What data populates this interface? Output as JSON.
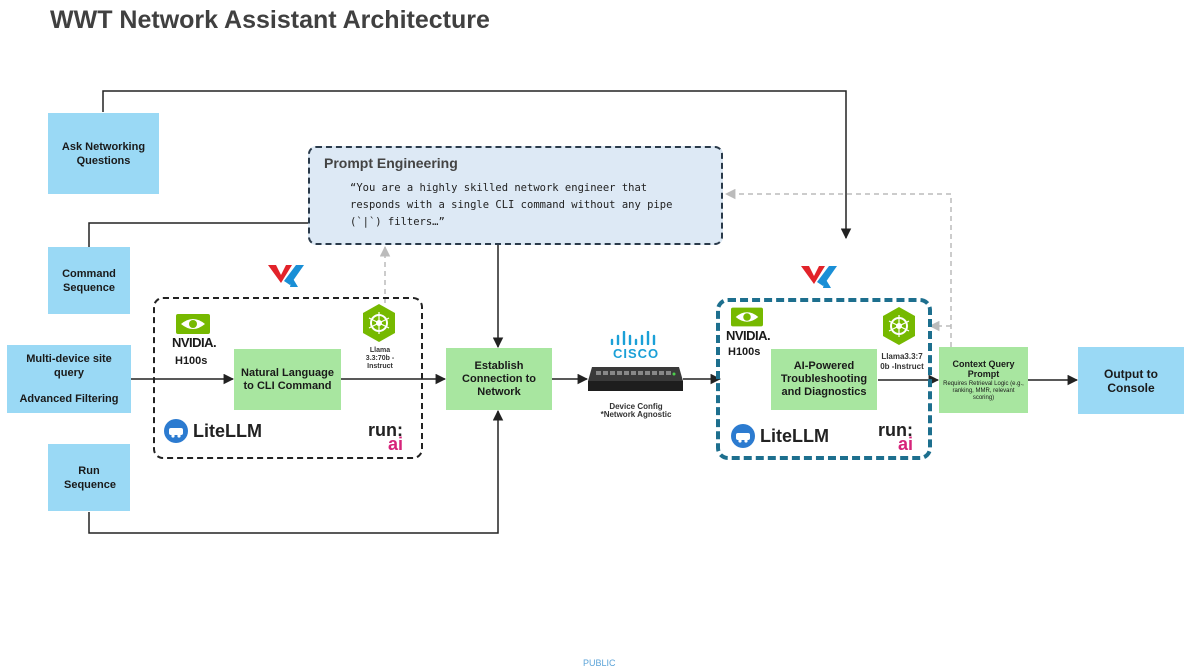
{
  "title": "WWT Network Assistant Architecture",
  "inputs": {
    "ask": "Ask Networking Questions",
    "command": "Command Sequence",
    "multi_line1": "Multi-device site query",
    "multi_line2": "Advanced Filtering",
    "run": "Run Sequence"
  },
  "prompt": {
    "title": "Prompt Engineering",
    "text": "“You are a highly skilled network engineer that responds with a single CLI command without any pipe (`|`) filters…”"
  },
  "left_cluster": {
    "brand": "NVIDIA.",
    "gpu": "H100s",
    "process": "Natural Language to CLI Command",
    "model": "Llama 3.3:70b - Instruct",
    "litellm": "LiteLLM",
    "run_top": "run:",
    "run_bottom": "ai"
  },
  "establish": "Establish Connection to Network",
  "cisco": {
    "logo": "CISCO",
    "caption1": "Device Config",
    "caption2": "*Network Agnostic"
  },
  "right_cluster": {
    "brand": "NVIDIA.",
    "gpu": "H100s",
    "process": "AI-Powered Troubleshooting and Diagnostics",
    "model_line1": "Llama3.3:7",
    "model_line2": "0b -Instruct",
    "litellm": "LiteLLM",
    "run_top": "run:",
    "run_bottom": "ai"
  },
  "context": {
    "title": "Context Query Prompt",
    "sub": "Requires Retrieval Logic (e.g., ranking, MMR, relevant scoring)"
  },
  "output": "Output to Console",
  "footer": "PUBLIC",
  "colors": {
    "input_blue": "#9ad9f5",
    "process_green": "#a8e6a0",
    "nvidia_green": "#76b900",
    "wwt_red": "#e2232a",
    "wwt_blue": "#1a8fd6",
    "runai_pink": "#d6247a"
  }
}
